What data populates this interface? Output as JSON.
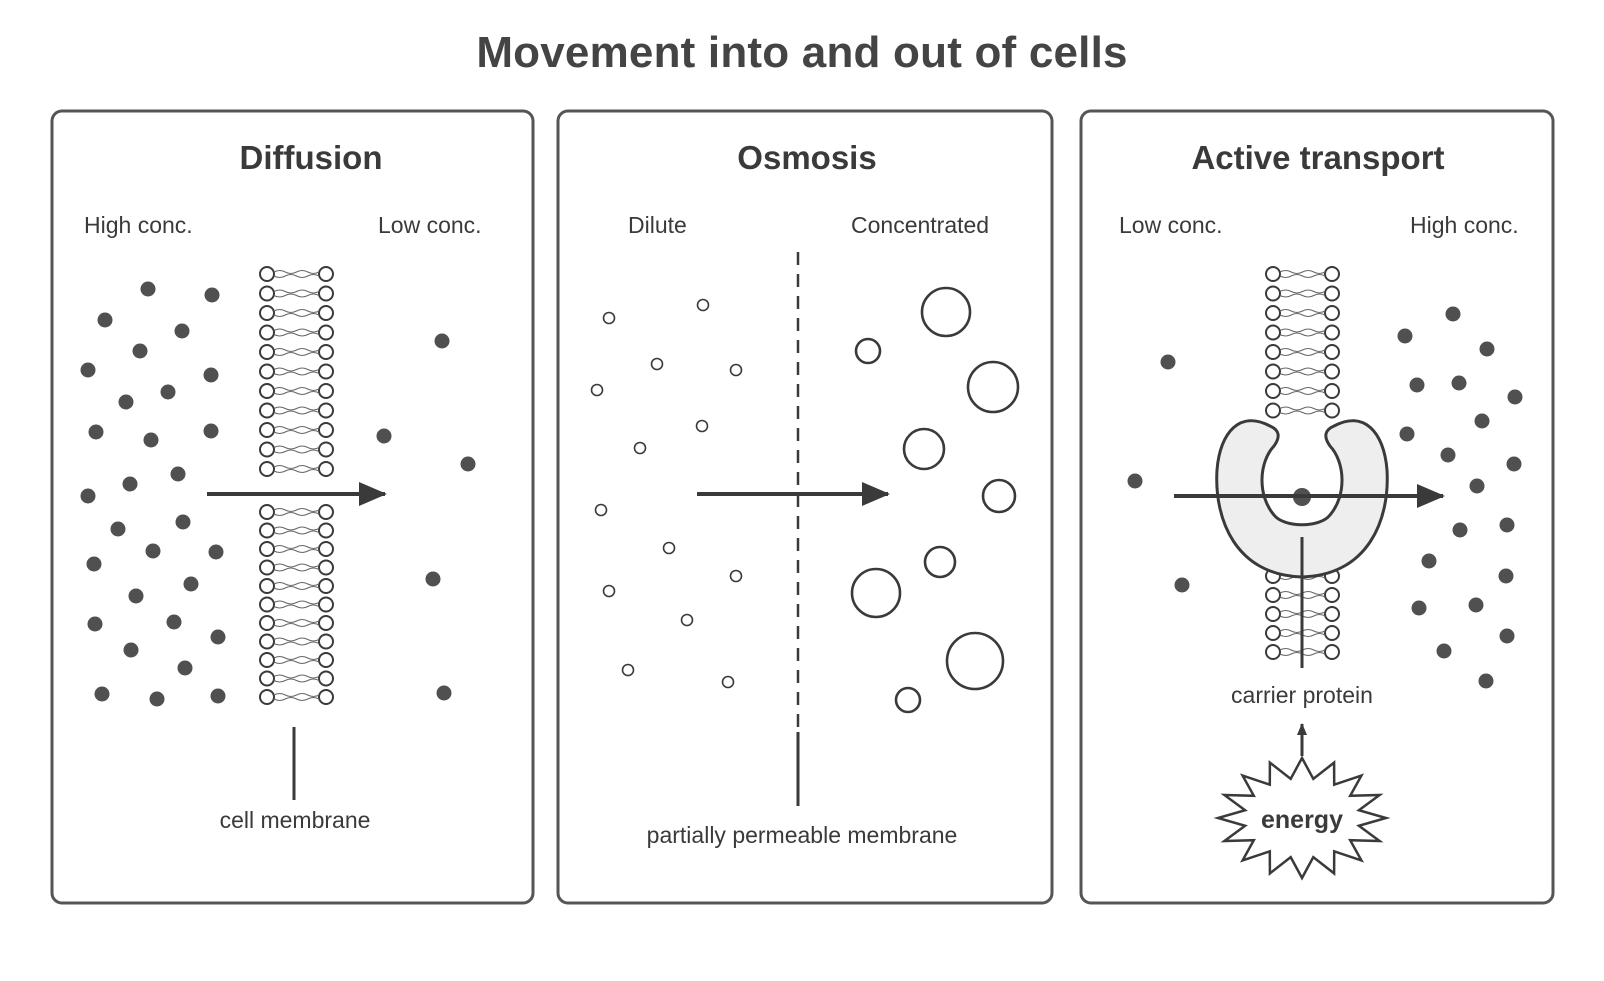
{
  "title": "Movement into and out of cells",
  "panels": {
    "diffusion": {
      "title": "Diffusion",
      "left_label": "High conc.",
      "right_label": "Low conc.",
      "caption": "cell membrane"
    },
    "osmosis": {
      "title": "Osmosis",
      "left_label": "Dilute",
      "right_label": "Concentrated",
      "caption": "partially permeable membrane"
    },
    "active": {
      "title": "Active transport",
      "left_label": "Low conc.",
      "right_label": "High conc.",
      "caption": "carrier protein",
      "energy_label": "energy"
    }
  },
  "colors": {
    "stroke": "#3a3a3a",
    "particle": "#505050",
    "protein_fill": "#eeeeee",
    "background": "#ffffff"
  }
}
